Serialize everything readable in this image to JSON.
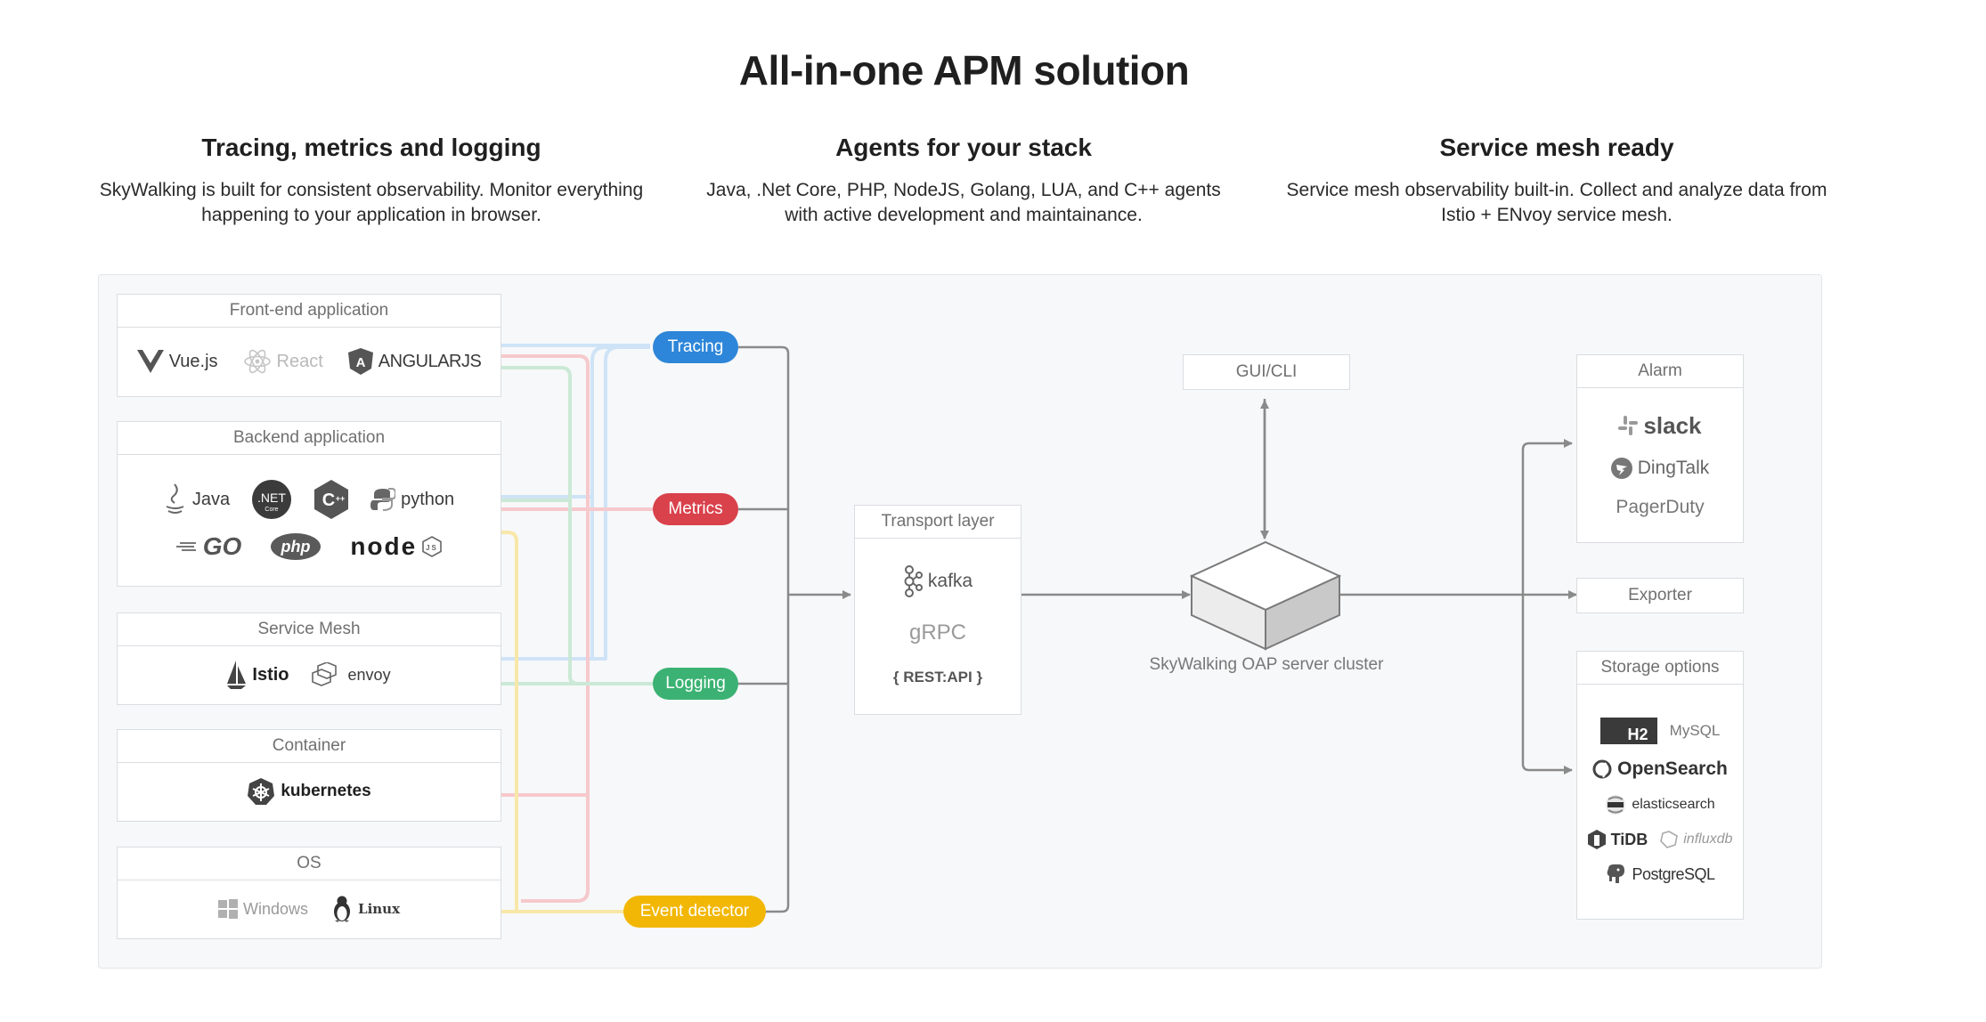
{
  "hero": {
    "title": "All-in-one APM solution"
  },
  "features": [
    {
      "title": "Tracing, metrics and logging",
      "text": "SkyWalking is built for consistent observability. Monitor everything happening to your application in browser."
    },
    {
      "title": "Agents for your stack",
      "text": "Java, .Net Core, PHP, NodeJS, Golang, LUA, and C++ agents with active development and maintainance."
    },
    {
      "title": "Service mesh ready",
      "text": "Service mesh observability built-in. Collect and analyze data from Istio + ENvoy service mesh."
    }
  ],
  "sources": {
    "frontend": {
      "title": "Front-end application",
      "logos": [
        "Vue.js",
        "React",
        "ANGULARJS"
      ]
    },
    "backend": {
      "title": "Backend application",
      "logos_row1": [
        "Java",
        ".NET Core",
        "C++",
        "python"
      ],
      "logos_row2": [
        "GO",
        "php",
        "node"
      ]
    },
    "mesh": {
      "title": "Service Mesh",
      "logos": [
        "Istio",
        "envoy"
      ]
    },
    "container": {
      "title": "Container",
      "logos": [
        "kubernetes"
      ]
    },
    "os": {
      "title": "OS",
      "logos": [
        "Windows",
        "Linux"
      ]
    }
  },
  "signals": {
    "tracing": "Tracing",
    "metrics": "Metrics",
    "logging": "Logging",
    "event": "Event detector"
  },
  "transport": {
    "title": "Transport layer",
    "items": [
      "kafka",
      "gRPC",
      "{ REST:API }"
    ]
  },
  "gui": "GUI/CLI",
  "oap": "SkyWalking OAP server cluster",
  "alarm": {
    "title": "Alarm",
    "items": [
      "slack",
      "DingTalk",
      "PagerDuty"
    ]
  },
  "exporter": "Exporter",
  "storage": {
    "title": "Storage options",
    "items": [
      "H2",
      "MySQL",
      "OpenSearch",
      "elasticsearch",
      "TiDB",
      "influxdb",
      "PostgreSQL"
    ]
  },
  "colors": {
    "tracing": "#2d86d9",
    "metrics": "#d9414b",
    "logging": "#3bb273",
    "event": "#f2b705",
    "line": "#8a8a8a"
  }
}
